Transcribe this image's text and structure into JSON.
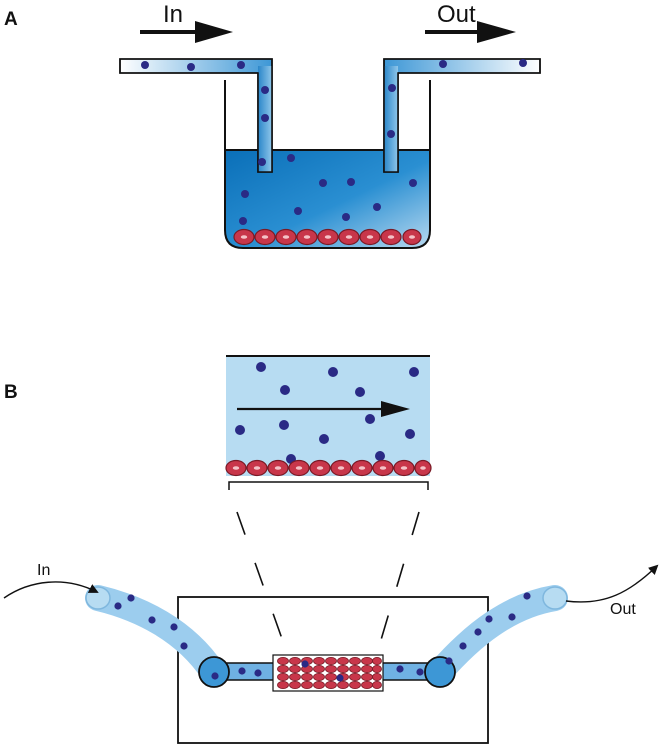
{
  "panel_a": {
    "letter": "A",
    "inlet_label": "In",
    "outlet_label": "Out"
  },
  "panel_b": {
    "letter": "B",
    "inlet_label": "In",
    "outlet_label": "Out"
  },
  "colors": {
    "particle": "#2a2a85",
    "tube_fill": "#6fb1e3",
    "tube_light": "#cfe6f6",
    "medium_dark": "#0a74bd",
    "medium_light": "#9fcceb",
    "channel_fill": "#b7dcf2",
    "cell_fill": "#c8364a",
    "cell_outline": "#7a1a26",
    "cell_nucleus": "#f4c2c7",
    "outline": "#111111"
  }
}
